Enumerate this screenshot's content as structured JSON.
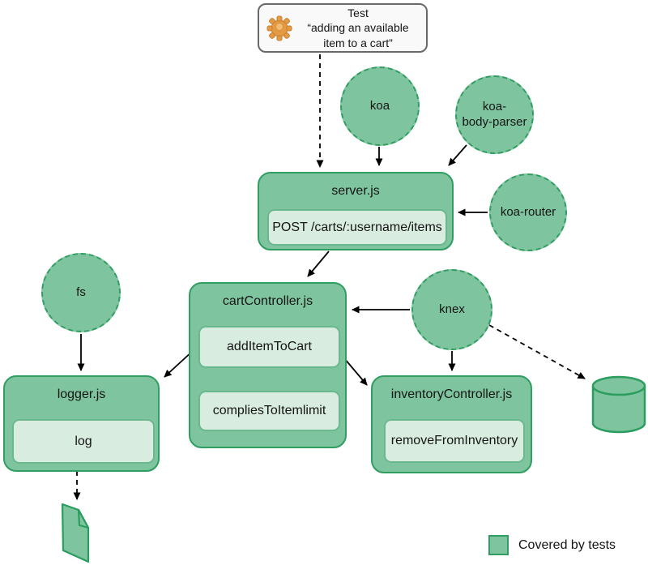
{
  "diagram_type": "architecture-test-coverage",
  "test": {
    "title": "Test",
    "quote_line1": "“adding an available",
    "quote_line2": "item to a cart”"
  },
  "dependencies": {
    "koa": "koa",
    "koa_body_parser_line1": "koa-",
    "koa_body_parser_line2": "body-parser",
    "koa_router": "koa-router",
    "fs": "fs",
    "knex": "knex"
  },
  "modules": {
    "server": {
      "title": "server.js",
      "route": "POST /carts/:username/items"
    },
    "cart": {
      "title": "cartController.js",
      "fn_add": "addItemToCart",
      "fn_complies": "compliesToItemlimit"
    },
    "logger": {
      "title": "logger.js",
      "fn_log": "log"
    },
    "inventory": {
      "title": "inventoryController.js",
      "fn_remove": "removeFromInventory"
    }
  },
  "legend": {
    "label": "Covered by tests"
  },
  "colors": {
    "covered_fill": "#7ec49e",
    "covered_border": "#2f9e60",
    "inner_fill": "#d8ecdf",
    "inner_border": "#6cb88e",
    "arrow": "#000000",
    "test_box_border": "#696969",
    "gear_orange": "#e39a43"
  }
}
